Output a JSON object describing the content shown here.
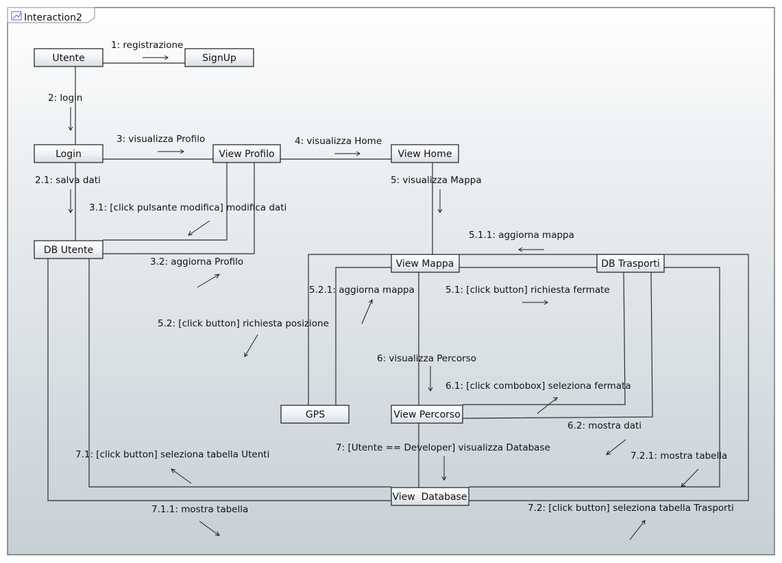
{
  "frame": {
    "title": "Interaction2",
    "icon": "sequence-diagram-icon"
  },
  "objects": {
    "utente": "Utente",
    "signup": "SignUp",
    "login": "Login",
    "view_profilo": "View Profilo",
    "view_home": "View Home",
    "db_utente": "DB Utente",
    "view_mappa": "View Mappa",
    "db_trasporti": "DB Trasporti",
    "gps": "GPS",
    "view_percorso": "View Percorso",
    "view_database": "View  Database"
  },
  "messages": {
    "m1": "1: registrazione",
    "m2": "2: login",
    "m2_1": "2.1: salva dati",
    "m3": "3: visualizza Profilo",
    "m3_1": "3.1: [click pulsante modifica] modifica dati",
    "m3_2": "3.2: aggiorna Profilo",
    "m4": "4: visualizza Home",
    "m5": "5: visualizza Mappa",
    "m5_1": "5.1: [click button] richiesta fermate",
    "m5_1_1": "5.1.1: aggiorna mappa",
    "m5_2": "5.2: [click button] richiesta posizione",
    "m5_2_1": "5.2.1: aggiorna mappa",
    "m6": "6: visualizza Percorso",
    "m6_1": "6.1: [click combobox] seleziona fermata",
    "m6_2": "6.2: mostra dati",
    "m7": "7: [Utente == Developer] visualizza Database",
    "m7_1": "7.1: [click button] seleziona tabella Utenti",
    "m7_1_1": "7.1.1: mostra tabella",
    "m7_2": "7.2: [click button] seleziona tabella Trasporti",
    "m7_2_1": "7.2.1: mostra tabella"
  }
}
